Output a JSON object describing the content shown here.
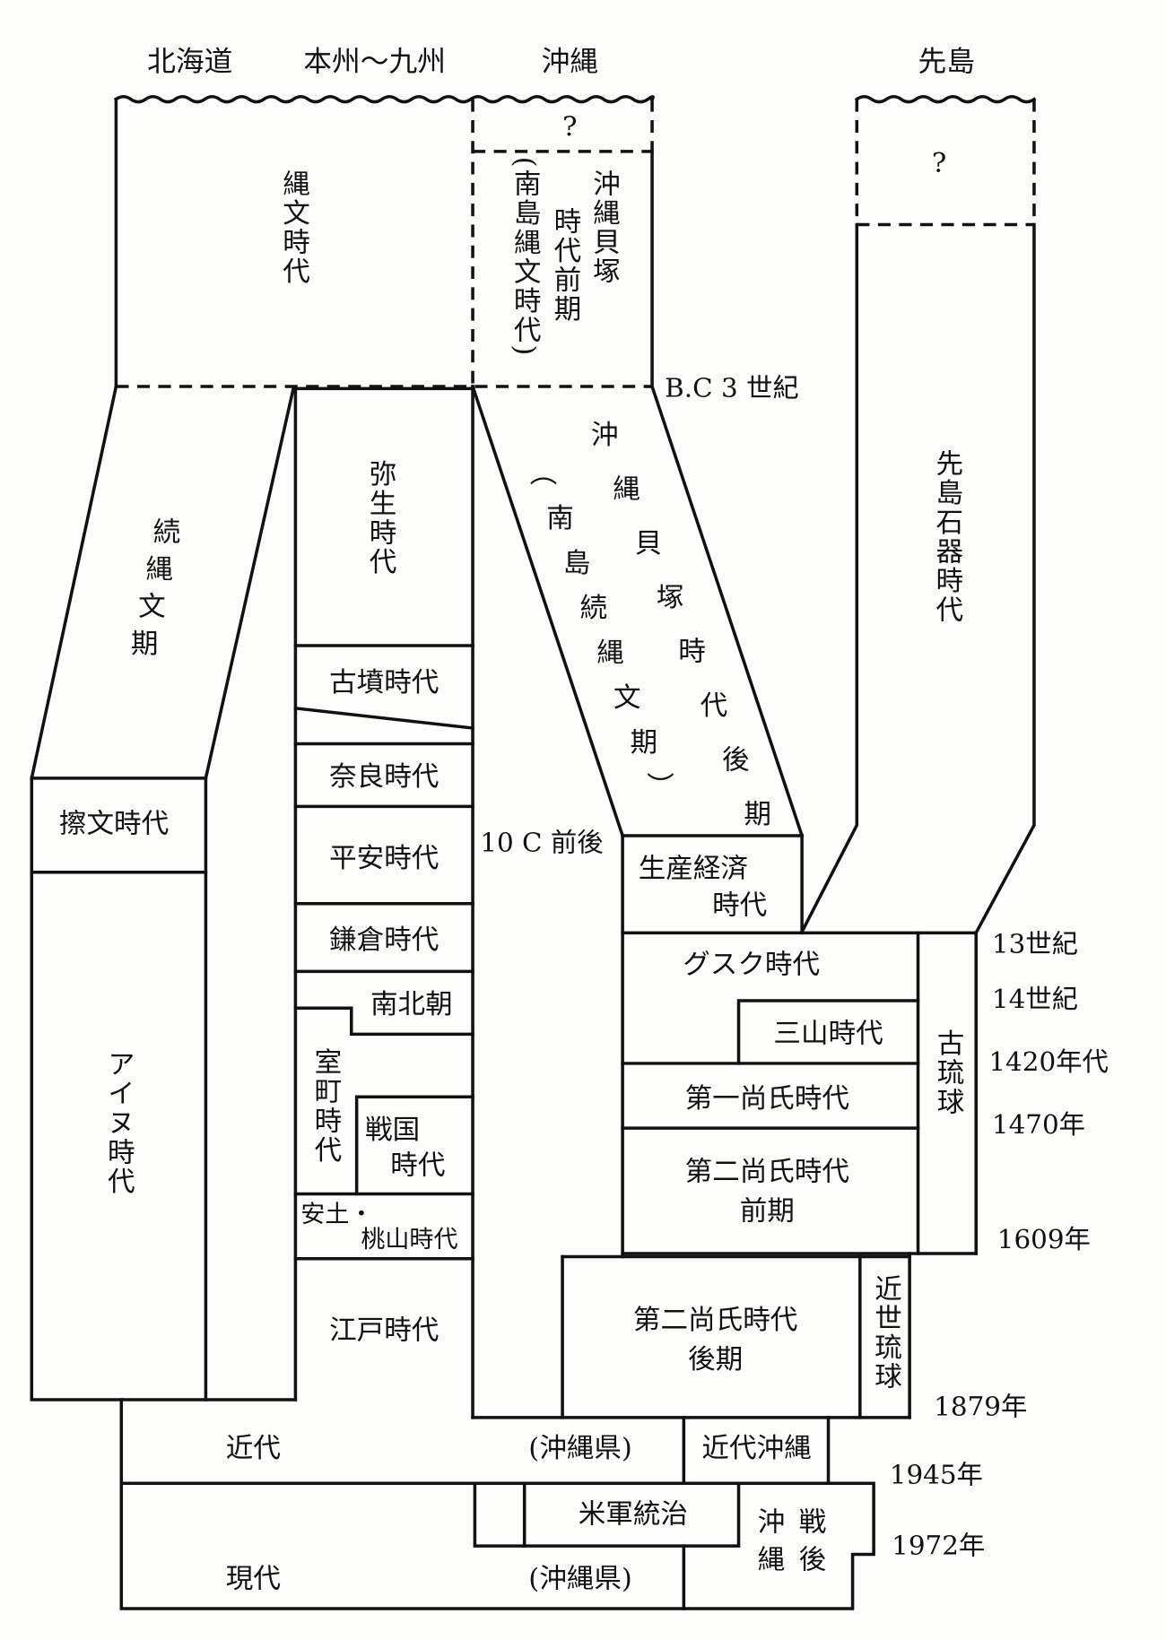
{
  "headers": {
    "hokkaido": "北海道",
    "honshu": "本州～九州",
    "okinawa": "沖縄",
    "sakishima": "先島"
  },
  "periods": {
    "jomon": "縄文時代",
    "okinawa_unknown": "?",
    "okinawa_early": "沖縄貝塚",
    "okinawa_early_2": "時代前期",
    "okinawa_early_alt": "(南島縄文時代)",
    "sakishima_unknown": "?",
    "sakishima_stone": "先島石器時代",
    "zoku_jomon": "続縄文期",
    "satsumon": "擦文時代",
    "ainu": "アイヌ時代",
    "yayoi": "弥生時代",
    "kofun": "古墳時代",
    "nara": "奈良時代",
    "heian": "平安時代",
    "kamakura": "鎌倉時代",
    "nanbokucho": "南北朝",
    "muromachi": "室町時代",
    "sengoku_1": "戦国",
    "sengoku_2": "時代",
    "azuchi_1": "安土・",
    "azuchi_2": "桃山時代",
    "edo": "江戸時代",
    "okinawa_late": "沖縄貝塚時代後期",
    "okinawa_late_alt": "︵南島続縄文期︶",
    "production_1": "生産経済",
    "production_2": "時代",
    "gusuku": "グスク時代",
    "sanzan": "三山時代",
    "first_sho": "第一尚氏時代",
    "second_sho_early_1": "第二尚氏時代",
    "second_sho_early_2": "前期",
    "ko_ryukyu": "古琉球",
    "second_sho_late_1": "第二尚氏時代",
    "second_sho_late_2": "後期",
    "kinsei_ryukyu": "近世琉球",
    "kindai": "近代",
    "kindai_okinawa_pref": "(沖縄県)",
    "kindai_okinawa": "近代沖縄",
    "us_rule": "米軍統治",
    "postwar_1": "沖縄",
    "postwar_2": "戦後",
    "gendai": "現代",
    "gendai_okinawa_pref": "(沖縄県)"
  },
  "dates": {
    "bc3": "B.C 3 世紀",
    "c10": "10 C 前後",
    "c13": "13世紀",
    "c14": "14世紀",
    "y1420": "1420年代",
    "y1470": "1470年",
    "y1609": "1609年",
    "y1879": "1879年",
    "y1945": "1945年",
    "y1972": "1972年"
  }
}
